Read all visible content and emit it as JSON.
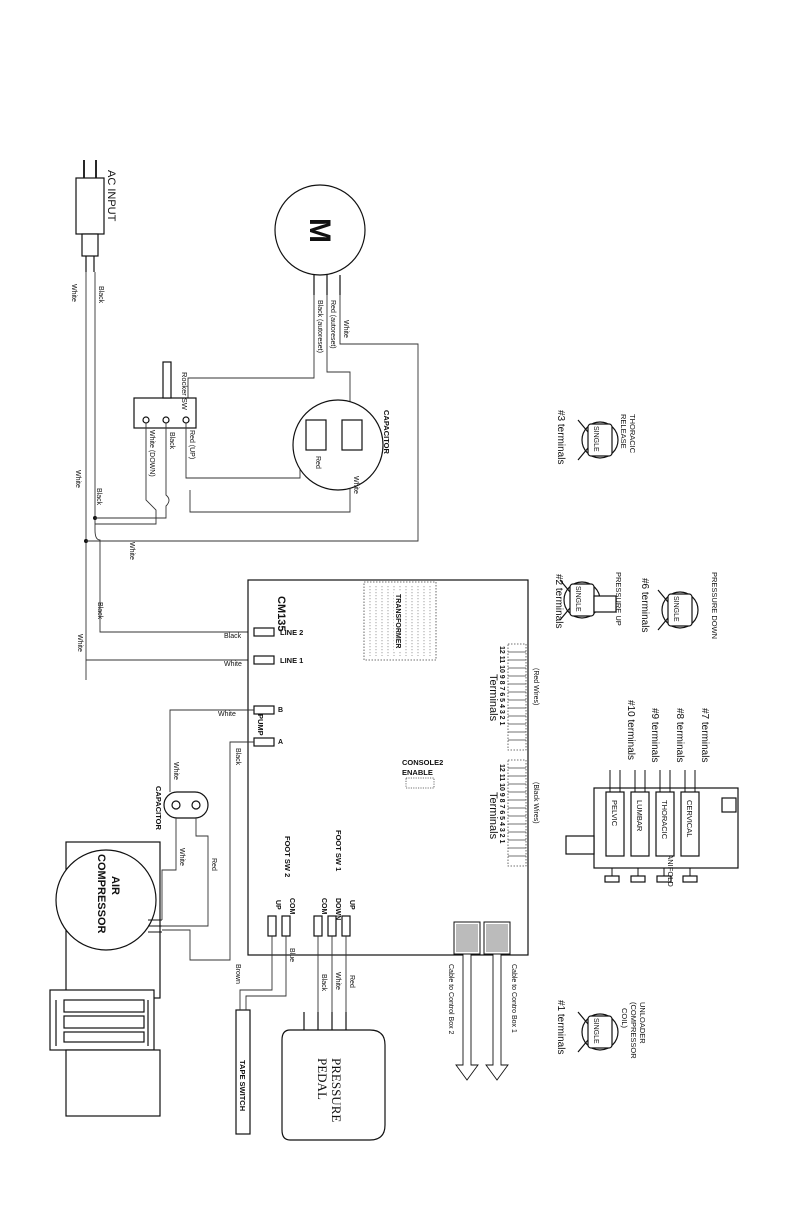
{
  "labels": {
    "ac_input": "AC INPUT",
    "motor_symbol": "M",
    "rocker_sw": "Rocker SW",
    "capacitor": "CAPACITOR",
    "cap_red": "Red",
    "thoracic_release": [
      "THORACIC",
      "RELEASE"
    ],
    "pressure_down": "PRESSURE DOWN",
    "pressure_up": "PRESSURE UP",
    "unloader": [
      "UNLOADER",
      "(COMPRESSOR",
      "COIL)"
    ],
    "single": "SINGLE",
    "cm135": "CM135",
    "transformer": "TRANSFORMER",
    "line2": "LINE 2",
    "line1": "LINE 1",
    "pump": "PUMP",
    "pump_a": "A",
    "pump_b": "B",
    "console2": "CONSOLE2",
    "enable": "ENABLE",
    "red_wires": "(Red Wires)",
    "black_wires": "(Black Wires)",
    "terminals": "Terminals",
    "terminal_numbers": "12 11 10 9 8 7 6 5 4 3 2 1",
    "foot_sw1": "FOOT SW 1",
    "foot_sw2": "FOOT SW 2",
    "com": "COM",
    "down": "DOWN",
    "up": "UP",
    "cable_box1": "Cable to Contro Box 1",
    "cable_box2": "Cable to Control Box 2",
    "air_compressor": [
      "AIR",
      "COMPRESSOR"
    ],
    "manifold": "MANIFOLD",
    "cervical": "CERVICAL",
    "thoracic": "THORACIC",
    "lumbar": "LUMBAR",
    "pelvic": "PELVIC",
    "term_1": "#1 terminals",
    "term_2": "#2 terminals",
    "term_3": "#3 terminals",
    "term_6": "#6 terminals",
    "term_7": "#7 terminals",
    "term_8": "#8 terminals",
    "term_9": "#9 terminals",
    "term_10": "#10 terminals",
    "pressure_pedal": [
      "PRESSURE",
      "PEDAL"
    ],
    "tape_switch": "TAPE SWITCH"
  },
  "wires": {
    "black": "Black",
    "white": "White",
    "red_up": "Red (UP)",
    "white_down": "White (DOWN)",
    "red_autoreset": "Red (autoreset)",
    "black_autoreset": "Black (autoreset)",
    "red": "Red",
    "blue": "Blue",
    "brown": "Brown"
  }
}
